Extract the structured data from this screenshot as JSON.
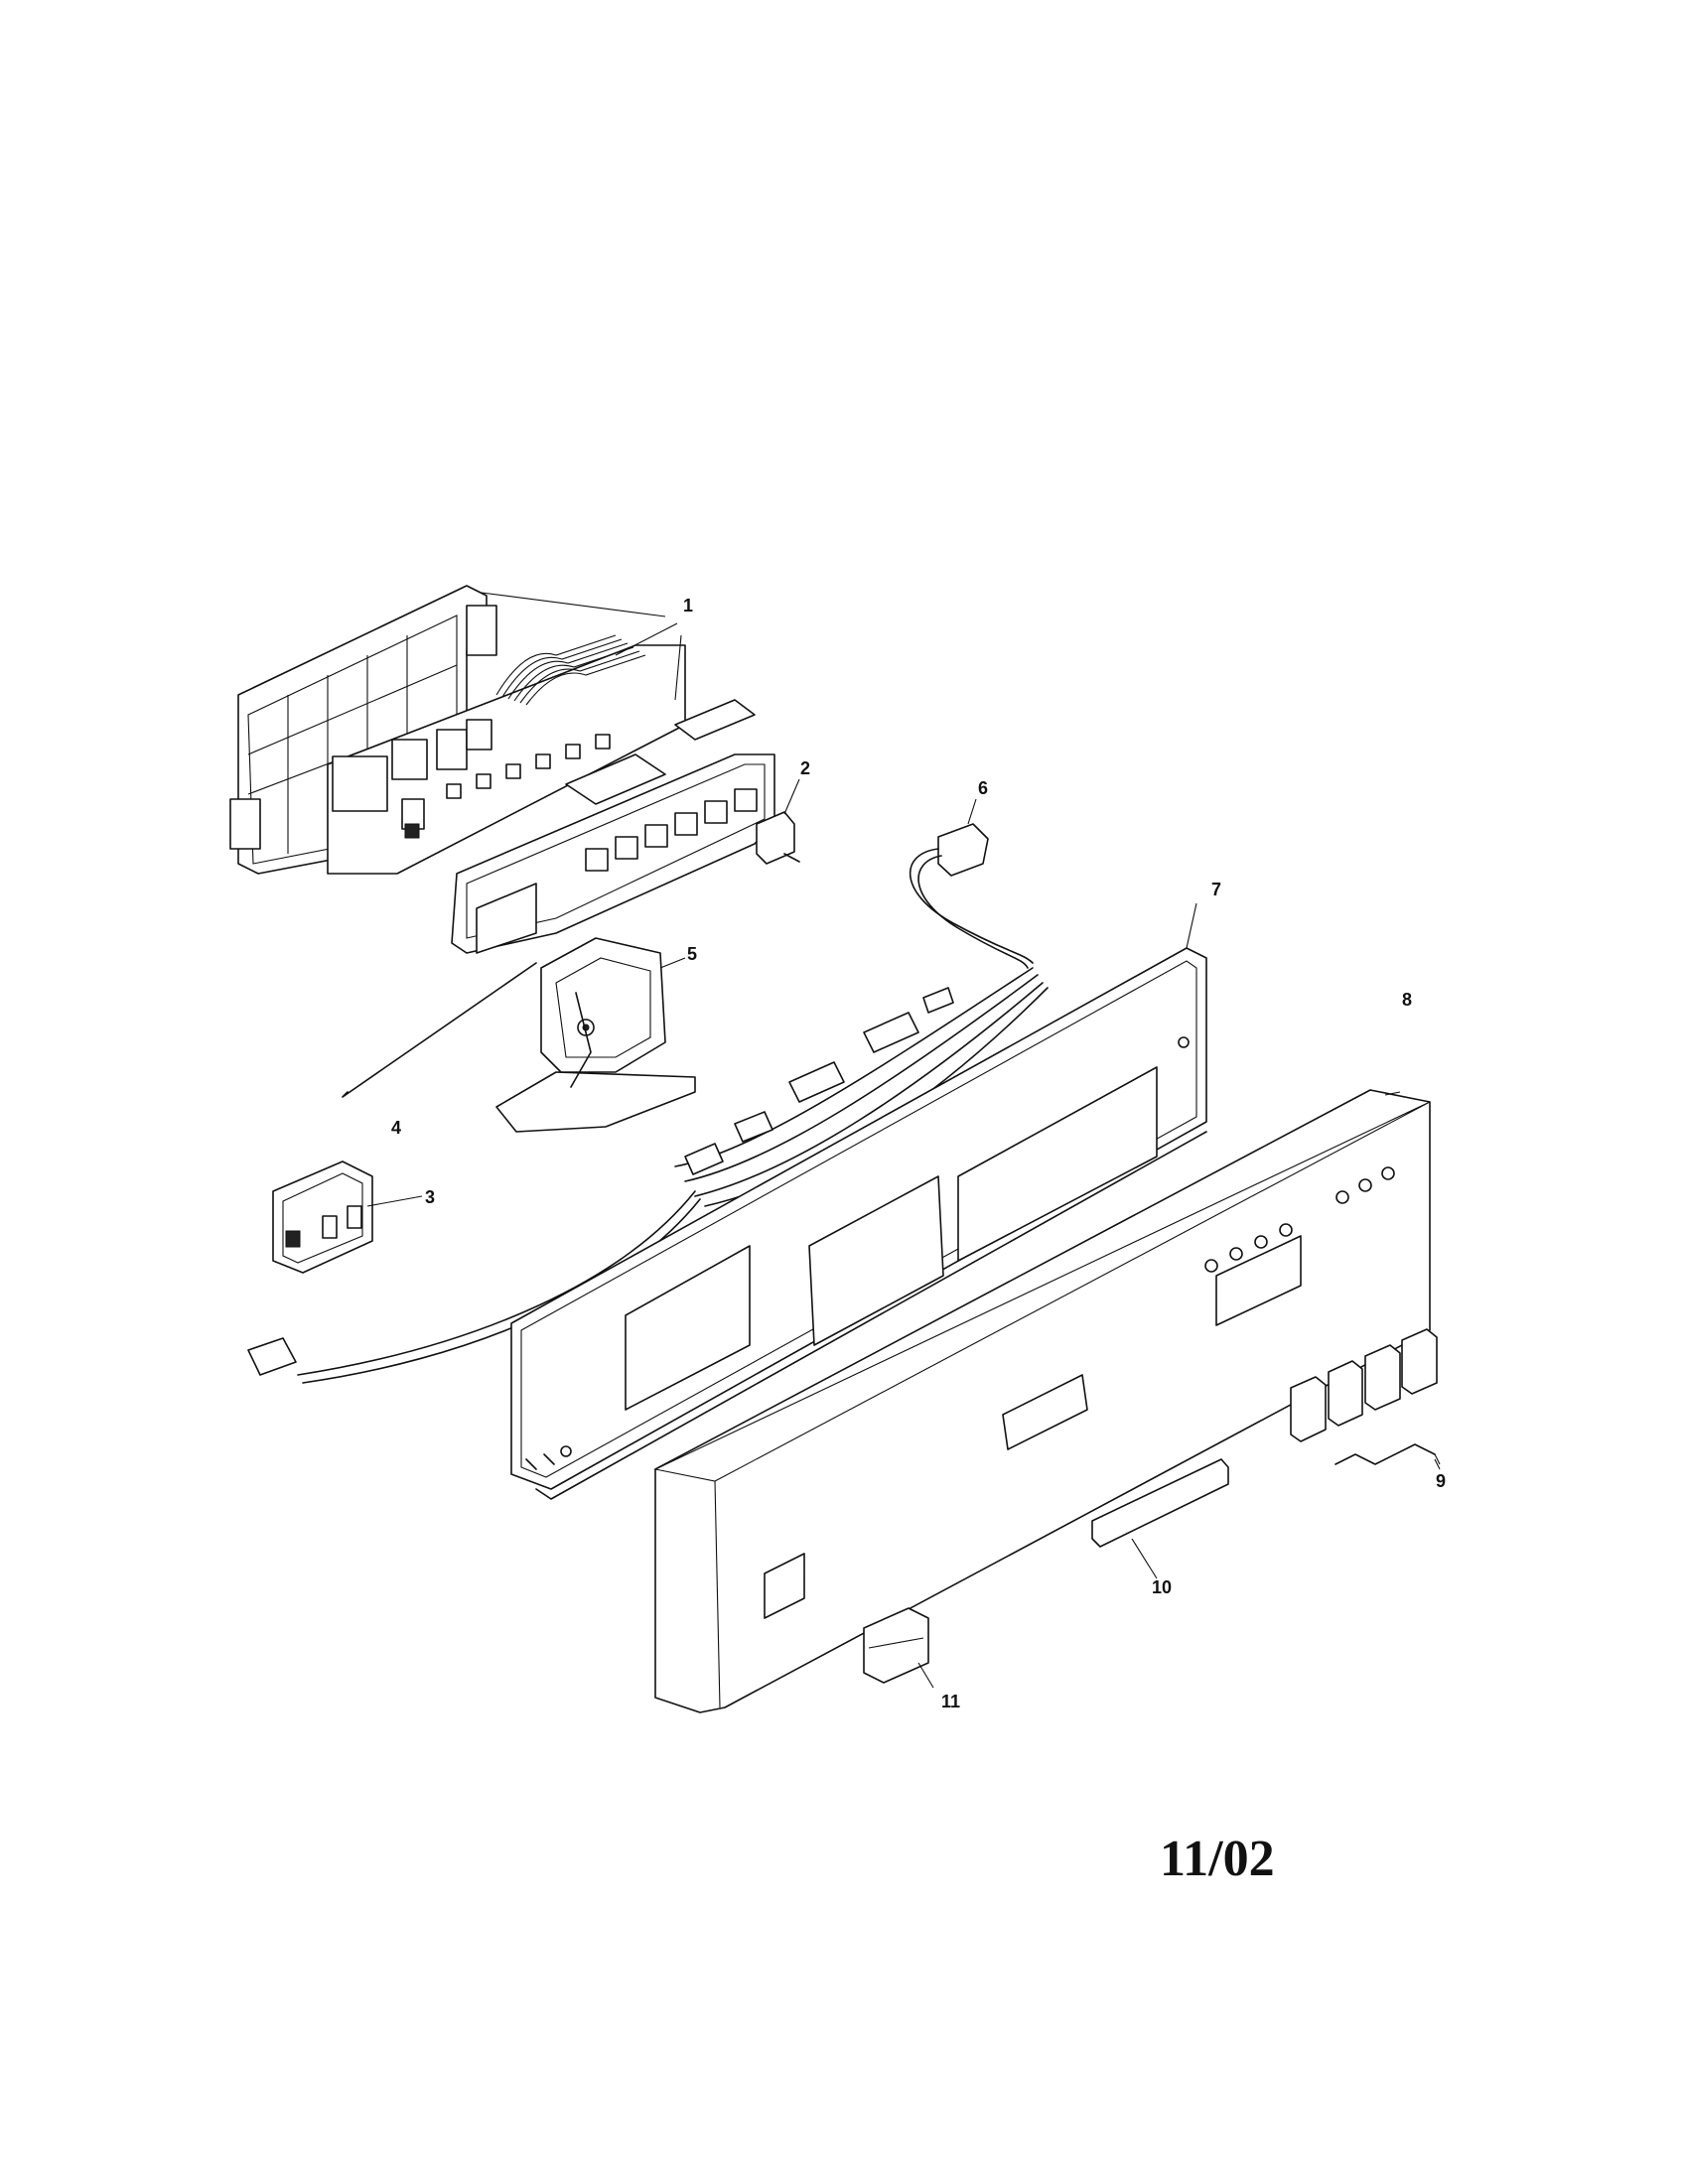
{
  "callouts": [
    {
      "id": "1",
      "label": "1"
    },
    {
      "id": "2",
      "label": "2"
    },
    {
      "id": "3",
      "label": "3"
    },
    {
      "id": "4",
      "label": "4"
    },
    {
      "id": "5",
      "label": "5"
    },
    {
      "id": "6",
      "label": "6"
    },
    {
      "id": "7",
      "label": "7"
    },
    {
      "id": "8",
      "label": "8"
    },
    {
      "id": "9",
      "label": "9"
    },
    {
      "id": "10",
      "label": "10"
    },
    {
      "id": "11",
      "label": "11"
    }
  ],
  "date_code": "11/02",
  "colors": {
    "ink": "#111111",
    "paper": "#ffffff"
  }
}
